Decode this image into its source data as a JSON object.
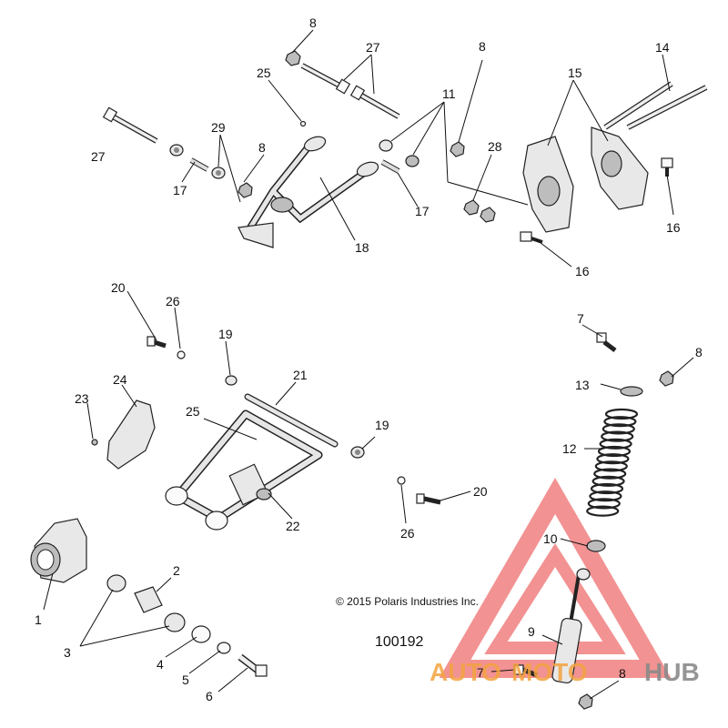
{
  "copyright": "© 2015 Polaris Industries Inc.",
  "part_number": "100192",
  "watermark": {
    "text_a": "AUTO",
    "text_b": "MOTO",
    "text_c": "HUB",
    "color_orange": "#f4a340",
    "color_grey": "#8a8a8a",
    "color_red": "#e83a3a"
  },
  "callouts": {
    "c1": "1",
    "c2": "2",
    "c3": "3",
    "c4": "4",
    "c5": "5",
    "c6": "6",
    "c7a": "7",
    "c7b": "7",
    "c8a": "8",
    "c8b": "8",
    "c8c": "8",
    "c8d": "8",
    "c8e": "8",
    "c9": "9",
    "c10": "10",
    "c11": "11",
    "c12": "12",
    "c13": "13",
    "c14": "14",
    "c15": "15",
    "c16a": "16",
    "c16b": "16",
    "c17a": "17",
    "c17b": "17",
    "c18": "18",
    "c19a": "19",
    "c19b": "19",
    "c20a": "20",
    "c20b": "20",
    "c21": "21",
    "c22": "22",
    "c23": "23",
    "c24": "24",
    "c25a": "25",
    "c25b": "25",
    "c26a": "26",
    "c26b": "26",
    "c27a": "27",
    "c27b": "27",
    "c28": "28",
    "c29": "29"
  }
}
